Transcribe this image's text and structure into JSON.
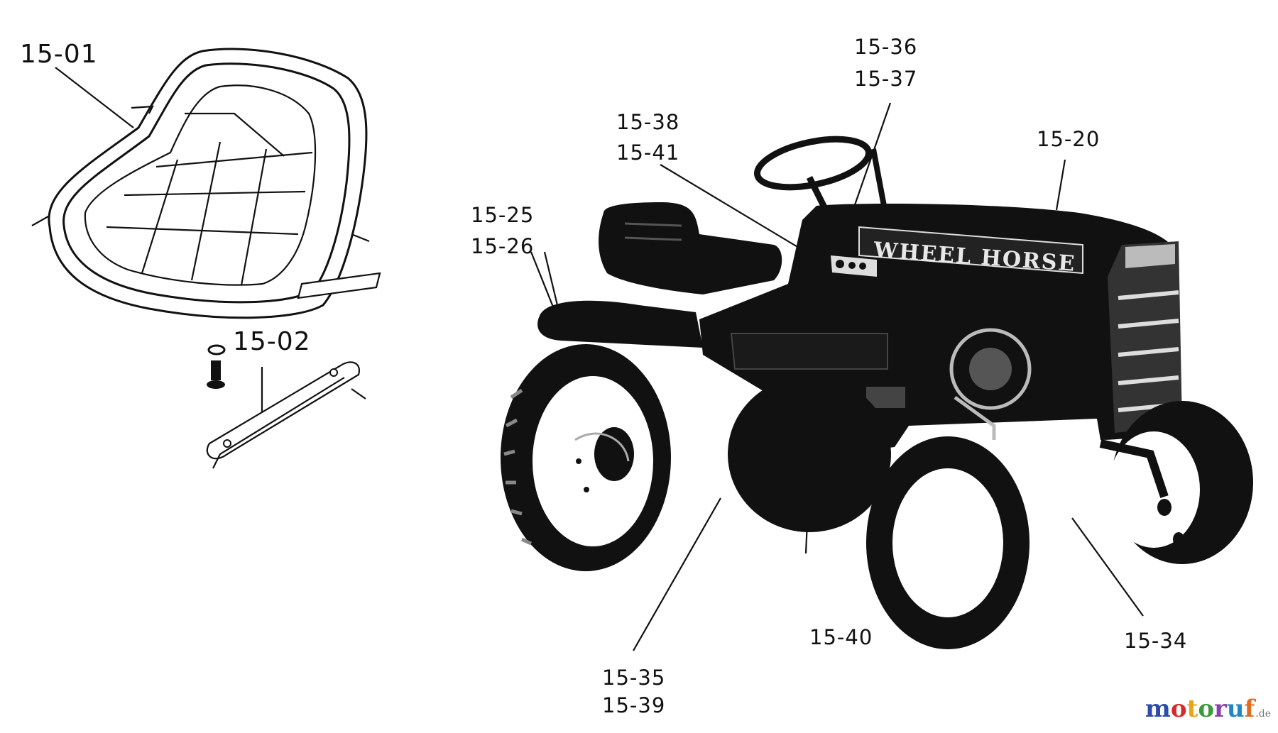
{
  "parts": {
    "p1501": "15-01",
    "p1502": "15-02",
    "p1536": "15-36",
    "p1537": "15-37",
    "p1538": "15-38",
    "p1541": "15-41",
    "p1520": "15-20",
    "p1525": "15-25",
    "p1526": "15-26",
    "p1540": "15-40",
    "p1534": "15-34",
    "p1535": "15-35",
    "p1539": "15-39"
  },
  "decal": {
    "brand": "WHEEL HORSE"
  },
  "watermark": {
    "letters": [
      "m",
      "o",
      "t",
      "o",
      "r",
      "u",
      "f"
    ],
    "colors": [
      "#2b4da8",
      "#d62a2a",
      "#e7a41d",
      "#3b9a3b",
      "#8a3fb0",
      "#1f86c7",
      "#e36b1f"
    ],
    "tld": ".de"
  }
}
